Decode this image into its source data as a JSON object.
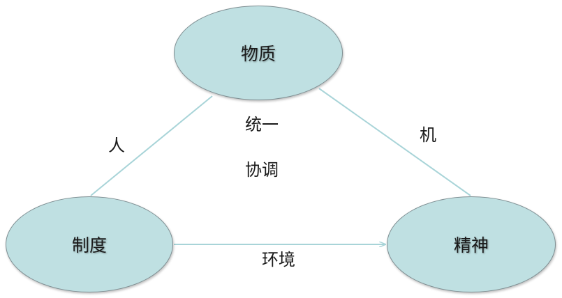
{
  "nodes": {
    "top": "物质",
    "left": "制度",
    "right": "精神"
  },
  "edge_labels": {
    "left": "人",
    "right": "机",
    "bottom": "环境"
  },
  "center_labels": [
    "统一",
    "协调"
  ],
  "colors": {
    "node_fill": "#bfe0e2",
    "node_border": "#7f8f93",
    "connector": "#a8d4d8"
  }
}
